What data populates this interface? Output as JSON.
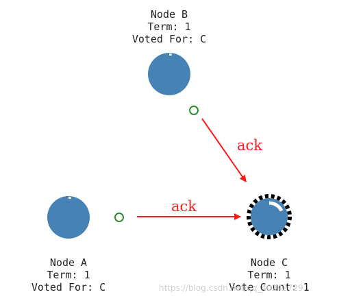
{
  "colors": {
    "node_fill": "#4682b4",
    "message": "#2e8b2e",
    "arrow": "#ff1a1a",
    "leader_border": "#000000",
    "timer": "#ffffff"
  },
  "nodes": {
    "b": {
      "name": "Node B",
      "term": "Term: 1",
      "status": "Voted For: C",
      "role": "follower",
      "timer_fraction": 0.02
    },
    "a": {
      "name": "Node A",
      "term": "Term: 1",
      "status": "Voted For: C",
      "role": "follower",
      "timer_fraction": 0.02
    },
    "c": {
      "name": "Node C",
      "term": "Term: 1",
      "status": "Vote Count: 1",
      "role": "candidate",
      "timer_fraction": 0.18
    }
  },
  "messages": {
    "b_to_c": {
      "label": "ack"
    },
    "a_to_c": {
      "label": "ack"
    }
  },
  "watermark": "https://blog.csdn.net/qq_40242729"
}
